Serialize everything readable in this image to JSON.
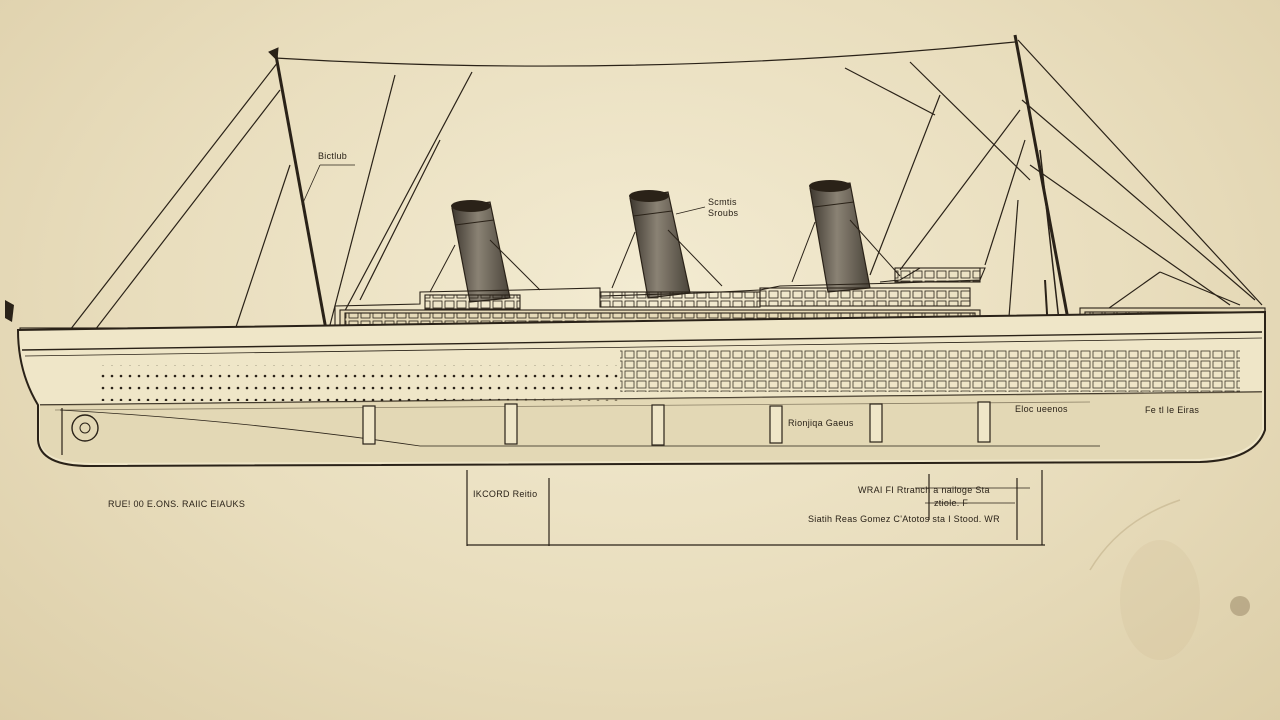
{
  "labels": {
    "mast_label": "Bictlub",
    "funnel_label_1": "Scmtis",
    "funnel_label_2": "Sroubs",
    "hull_label_center": "Rionjiqa Gaeus",
    "hull_label_right_1": "Eloc ueenos",
    "hull_label_right_2": "Fe tl le Eiras",
    "bottom_left": "RUE! 00 E.ONS. RAIIC EIAUKS",
    "box_label": "IKCORD Reitio",
    "note_line_1": "WRAI    FI Rtranch a nailoge  Sta",
    "note_line_2": "ztiole.   F",
    "note_line_3": "Siatih Reas Gomez   C'Atotos sta I Stood.  WR"
  },
  "colors": {
    "ink": "#2a2218",
    "paper": "#e9dfc1",
    "funnel": "#5a5348"
  }
}
